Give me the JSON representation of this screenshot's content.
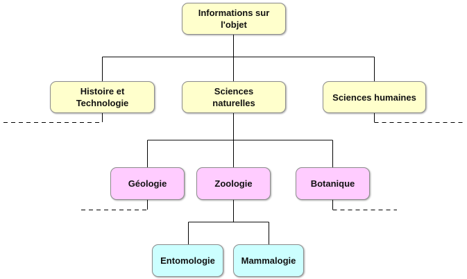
{
  "colors": {
    "level_top": "#ffffcc",
    "level_discipline": "#ffffcc",
    "level_field": "#ffccff",
    "level_subfield": "#ccffff",
    "connector": "#000000"
  },
  "nodes": {
    "root": "Informations sur\nl'objet",
    "histoire": "Histoire et\nTechnologie",
    "sciences_naturelles": "Sciences\nnaturelles",
    "sciences_humaines": "Sciences humaines",
    "geologie": "Géologie",
    "zoologie": "Zoologie",
    "botanique": "Botanique",
    "entomologie": "Entomologie",
    "mammalogie": "Mammalogie"
  }
}
